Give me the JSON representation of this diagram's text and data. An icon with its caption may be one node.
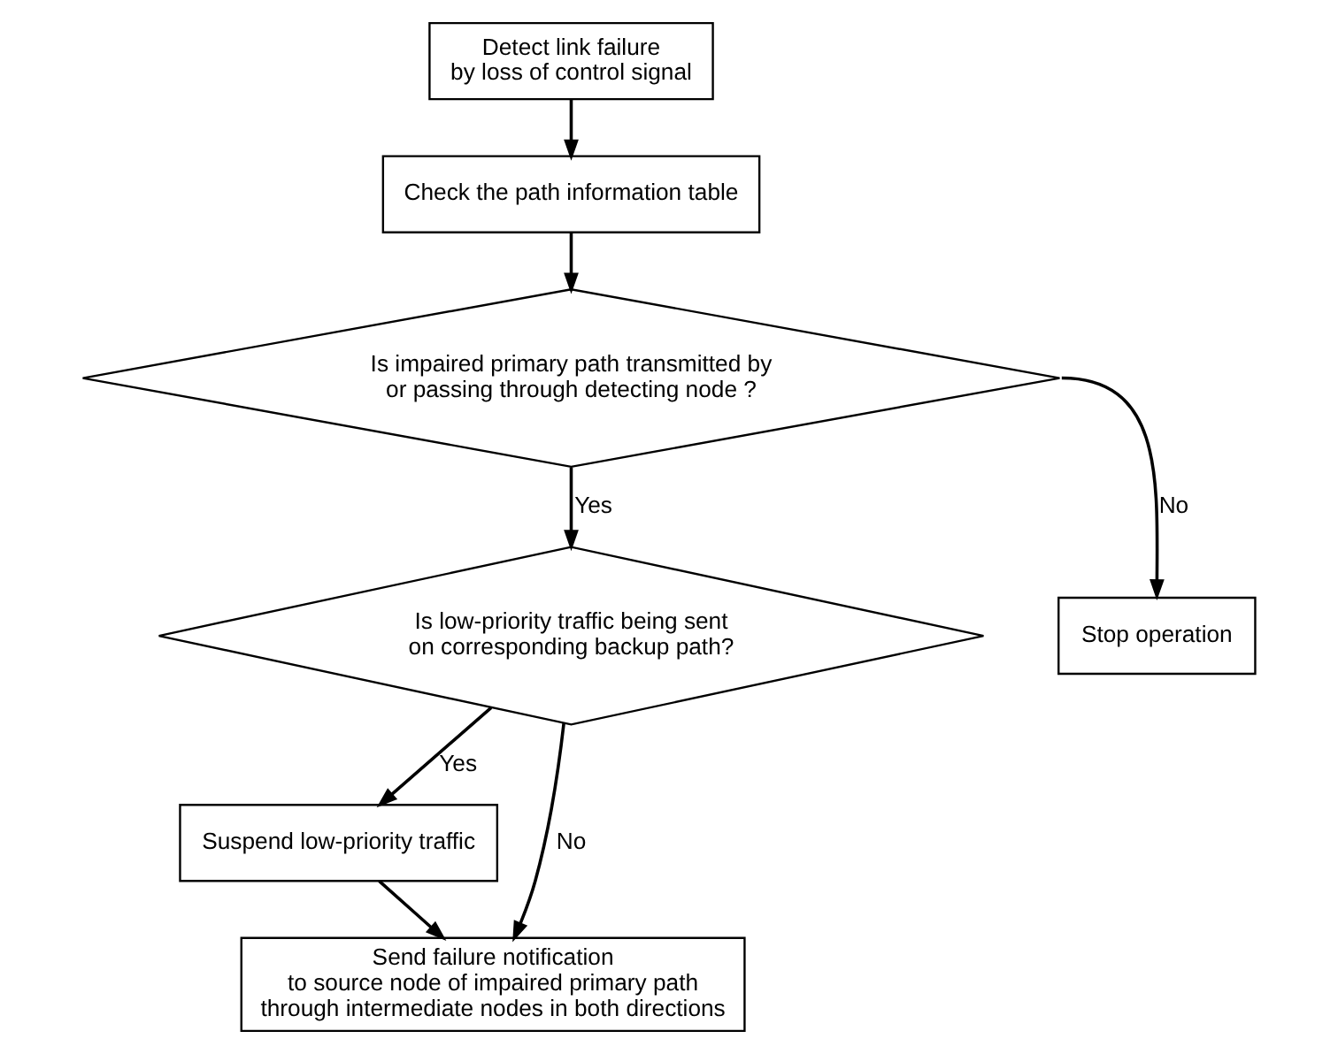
{
  "diagram": {
    "nodes": [
      {
        "text": [
          "Detect link failure by loss of control signal"
        ]
      },
      {
        "text": [
          "Check the path information table"
        ]
      },
      {
        "text": [
          "Is impaired primary path transmitted by or passing through detecting node ?"
        ]
      },
      {
        "text": [
          "Stop operation"
        ]
      },
      {
        "text": [
          "Is low-priority traffic being sent on corresponding backup path?"
        ]
      },
      {
        "text": [
          "Suspend low-priority traffic"
        ]
      },
      {
        "text": [
          "Send failure notification to source node of impaired primary path through intermediate nodes in both directions"
        ]
      }
    ],
    "edges": [
      {
        "from": 0,
        "to": 1,
        "arrow": "to"
      },
      {
        "from": 1,
        "to": 2,
        "arrow": "to"
      },
      {
        "from": 2,
        "to": 3,
        "arrow": "to",
        "label": "No"
      },
      {
        "from": 2,
        "to": 4,
        "arrow": "to",
        "label": "Yes"
      },
      {
        "from": 4,
        "to": 5,
        "arrow": "to",
        "label": "Yes"
      },
      {
        "from": 4,
        "to": 6,
        "arrow": "to",
        "label": "No"
      },
      {
        "from": 5,
        "to": 6,
        "arrow": "to"
      }
    ]
  }
}
